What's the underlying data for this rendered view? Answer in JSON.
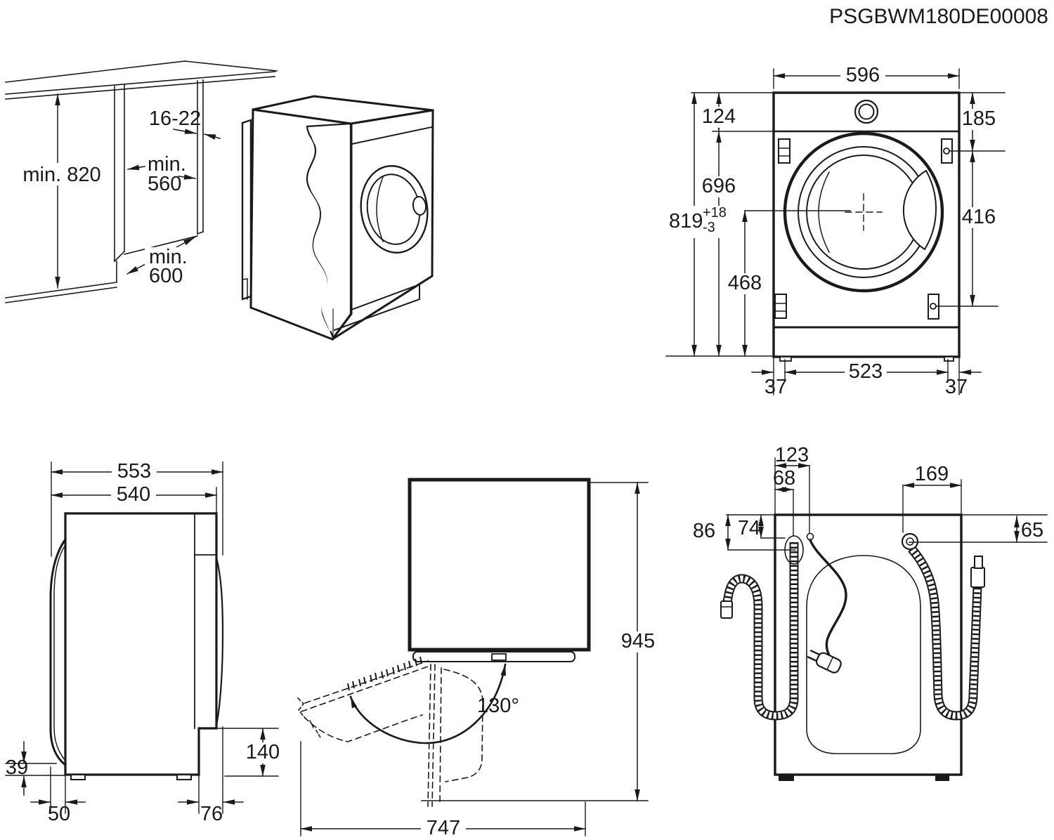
{
  "title": "PSGBWM180DE00008",
  "views": {
    "niche": {
      "label": "built-in niche isometric view",
      "dims": {
        "height": "min. 820",
        "front_panel_thickness": "16-22",
        "width_prefix": "min.",
        "width": "560",
        "depth_prefix": "min.",
        "depth": "600"
      }
    },
    "front": {
      "label": "front view",
      "dims": {
        "width": "596",
        "control_panel_height": "124",
        "top_to_upper_hinge": "185",
        "front_height": "696",
        "niche_height": "819",
        "niche_height_tol_plus": "+18",
        "niche_height_tol_minus": "-3",
        "hinge_distance": "416",
        "drum_center_height": "468",
        "feet_distance": "523",
        "foot_offset_left": "37",
        "foot_offset_right": "37"
      }
    },
    "side": {
      "label": "side view",
      "dims": {
        "depth_with_door": "553",
        "depth_body": "540",
        "door_bottom_height": "39",
        "door_protrusion": "50",
        "rear_recess_depth": "76",
        "rear_recess_height": "140"
      }
    },
    "door": {
      "label": "door opening view",
      "dims": {
        "opening_angle": "130°",
        "furniture_door_height": "945",
        "clearance_depth": "747"
      }
    },
    "rear": {
      "label": "rear view with hoses",
      "dims": {
        "drain_hose_offset": "123",
        "drain_hose_inner_offset": "68",
        "inlet_hose_offset": "169",
        "drain_top_distance_outer": "86",
        "drain_top_distance": "74",
        "inlet_top_distance": "65"
      }
    }
  }
}
